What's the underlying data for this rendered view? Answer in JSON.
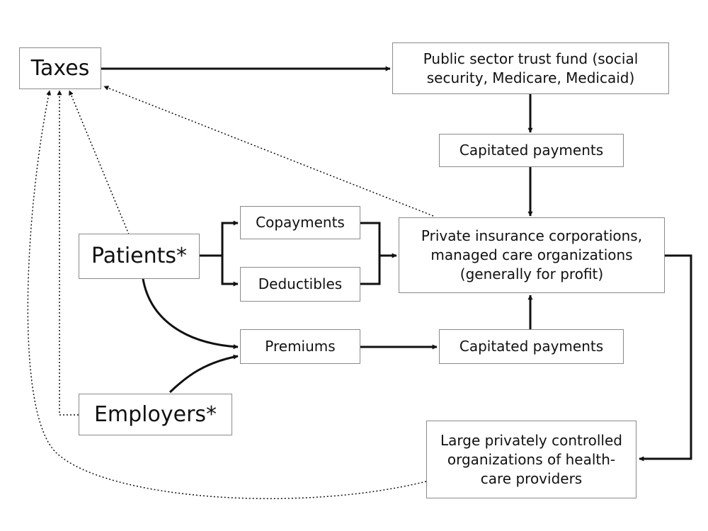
{
  "diagram": {
    "nodes": {
      "taxes": "Taxes",
      "trust_fund": "Public sector trust fund (social security, Medicare, Medicaid)",
      "capitated_top": "Capitated payments",
      "private_insurance": "Private insurance corporations, managed care organizations (generally for profit)",
      "copayments": "Copayments",
      "deductibles": "Deductibles",
      "patients": "Patients*",
      "premiums": "Premiums",
      "capitated_bottom": "Capitated payments",
      "employers": "Employers*",
      "providers": "Large privately controlled organizations of health-care providers"
    },
    "edges": [
      {
        "from": "Taxes",
        "to": "Public sector trust fund (social security, Medicare, Medicaid)",
        "style": "solid"
      },
      {
        "from": "Public sector trust fund (social security, Medicare, Medicaid)",
        "to": "Capitated payments",
        "style": "solid"
      },
      {
        "from": "Capitated payments",
        "to": "Private insurance corporations, managed care organizations (generally for profit)",
        "style": "solid"
      },
      {
        "from": "Patients*",
        "to": "Copayments",
        "style": "solid"
      },
      {
        "from": "Patients*",
        "to": "Deductibles",
        "style": "solid"
      },
      {
        "from": "Copayments",
        "to": "Private insurance corporations, managed care organizations (generally for profit)",
        "style": "solid"
      },
      {
        "from": "Deductibles",
        "to": "Private insurance corporations, managed care organizations (generally for profit)",
        "style": "solid"
      },
      {
        "from": "Patients*",
        "to": "Premiums",
        "style": "solid"
      },
      {
        "from": "Employers*",
        "to": "Premiums",
        "style": "solid"
      },
      {
        "from": "Premiums",
        "to": "Capitated payments",
        "style": "solid"
      },
      {
        "from": "Capitated payments",
        "to": "Private insurance corporations, managed care organizations (generally for profit)",
        "style": "solid"
      },
      {
        "from": "Private insurance corporations, managed care organizations (generally for profit)",
        "to": "Large privately controlled organizations of health-care providers",
        "style": "solid"
      },
      {
        "from": "Private insurance corporations, managed care organizations (generally for profit)",
        "to": "Taxes",
        "style": "dotted"
      },
      {
        "from": "Patients*",
        "to": "Taxes",
        "style": "dotted"
      },
      {
        "from": "Employers*",
        "to": "Taxes",
        "style": "dotted"
      },
      {
        "from": "Large privately controlled organizations of health-care providers",
        "to": "Taxes",
        "style": "dotted"
      }
    ]
  },
  "colors": {
    "line": "#111111",
    "border": "#8a8a8a",
    "background": "#ffffff"
  }
}
